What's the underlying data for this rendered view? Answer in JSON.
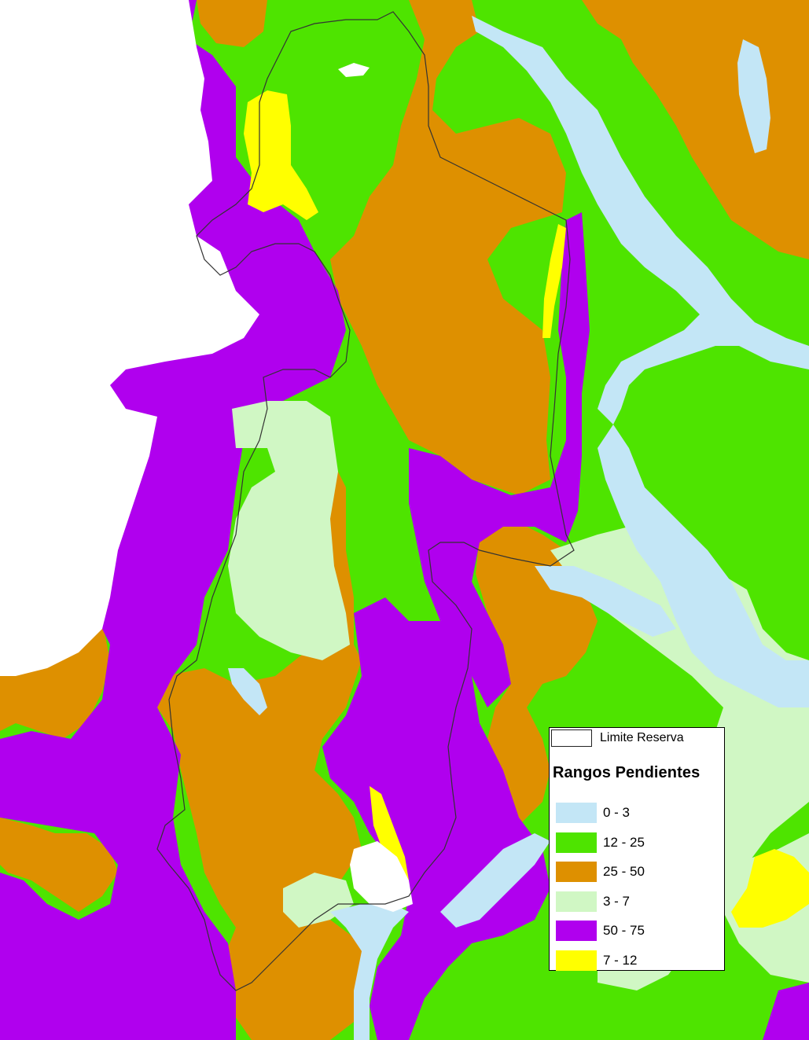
{
  "map": {
    "colors": {
      "r0_3": "#c3e6f6",
      "r3_7": "#d0f7c4",
      "r7_12": "#ffff00",
      "r12_25": "#4ee400",
      "r25_50": "#de9000",
      "r50_75": "#b000ee",
      "nodata": "#ffffff",
      "boundary": "#333333"
    }
  },
  "legend": {
    "boundary_label": "Limite Reserva",
    "title": "Rangos Pendientes",
    "items": [
      {
        "label": "0 - 3",
        "color": "#c3e6f6"
      },
      {
        "label": "12 - 25",
        "color": "#4ee400"
      },
      {
        "label": "25 - 50",
        "color": "#de9000"
      },
      {
        "label": "3 - 7",
        "color": "#d0f7c4"
      },
      {
        "label": "50 - 75",
        "color": "#b000ee"
      },
      {
        "label": "7 - 12",
        "color": "#ffff00"
      }
    ]
  }
}
